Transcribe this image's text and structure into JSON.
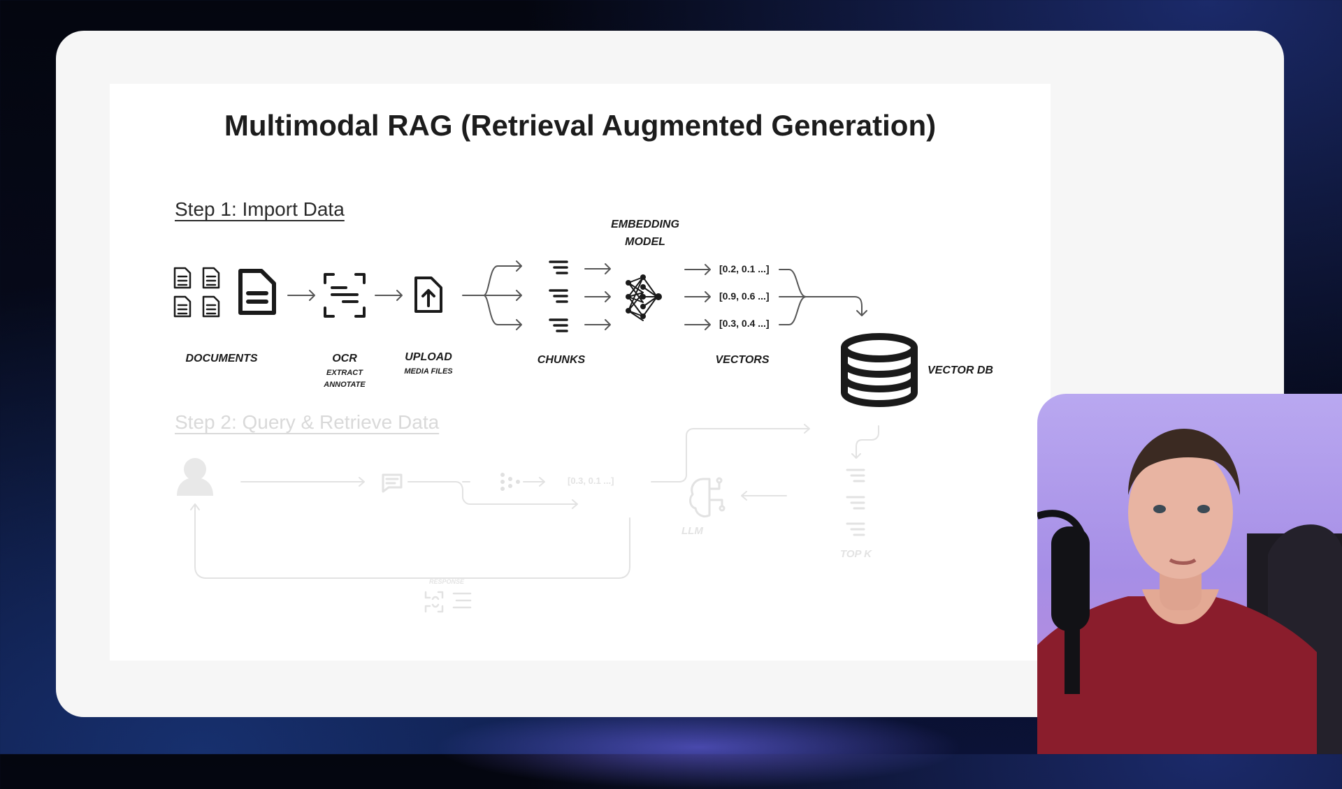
{
  "slide": {
    "title": "Multimodal RAG (Retrieval Augmented Generation)",
    "step1": "Step 1: Import Data",
    "step2": "Step 2: Query & Retrieve Data"
  },
  "step1_labels": {
    "documents": "DOCUMENTS",
    "ocr": "OCR",
    "ocr_sub1": "EXTRACT",
    "ocr_sub2": "ANNOTATE",
    "upload": "UPLOAD",
    "upload_sub": "MEDIA FILES",
    "chunks": "CHUNKS",
    "embedding_line1": "EMBEDDING",
    "embedding_line2": "MODEL",
    "vectors": "VECTORS",
    "vector_db": "VECTOR DB"
  },
  "vectors": [
    "[0.2, 0.1 ...]",
    "[0.9, 0.6 ...]",
    "[0.3, 0.4 ...]"
  ],
  "step2_labels": {
    "query_vector": "[0.3, 0.1 ...]",
    "llm": "LLM",
    "top_k": "TOP K",
    "response": "RESPONSE"
  },
  "icons": [
    "document-icon",
    "ocr-scan-icon",
    "upload-file-icon",
    "chunk-lines-icon",
    "neural-network-icon",
    "database-icon",
    "user-icon",
    "chat-icon",
    "brain-circuit-icon"
  ],
  "colors": {
    "ink": "#1a1a1a",
    "faded": "#e0e0e0",
    "card": "#f6f6f6",
    "slide": "#ffffff"
  }
}
